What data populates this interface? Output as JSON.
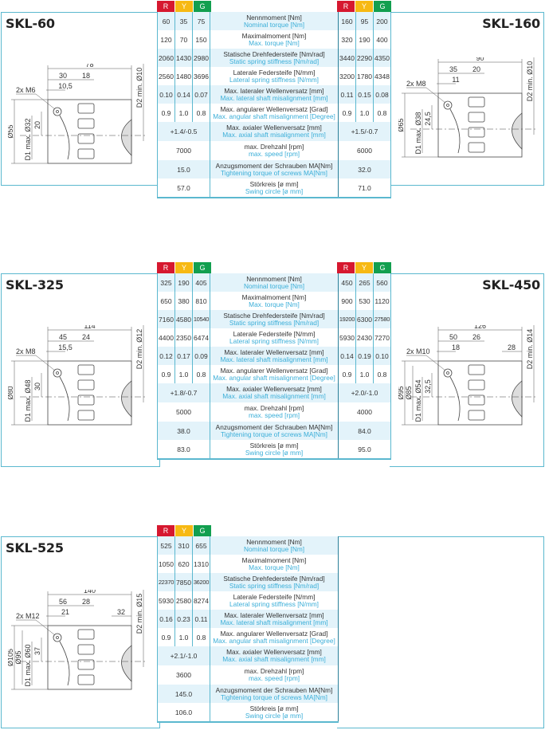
{
  "ryg_labels": [
    "R",
    "Y",
    "G"
  ],
  "colors": {
    "R": "#d6182f",
    "Y": "#f7b913",
    "G": "#129f4f",
    "border": "#5bb8cf",
    "english_text": "#3aaed8",
    "band": "#e3f3fa"
  },
  "row_labels": [
    {
      "de": "Nennmoment [Nm]",
      "en": "Nominal torque [Nm]"
    },
    {
      "de": "Maximalmoment [Nm]",
      "en": "Max. torque [Nm]"
    },
    {
      "de": "Statische Drehfedersteife [Nm/rad]",
      "en": "Static spring stiffness [Nm/rad]"
    },
    {
      "de": "Laterale Federsteife [N/mm]",
      "en": "Lateral spring stiffness [N/mm]"
    },
    {
      "de": "Max. lateraler Wellenversatz [mm]",
      "en": "Max. lateral shaft misalignment [mm]"
    },
    {
      "de": "Max. angularer Wellenversatz [Grad]",
      "en": "Max. angular shaft misalignment [Degree]"
    },
    {
      "de": "Max. axialer Wellenversatz [mm]",
      "en": "Max. axial shaft misalignment [mm]"
    },
    {
      "de": "max. Drehzahl [rpm]",
      "en": "max. speed [rpm]"
    },
    {
      "de": "Anzugsmoment der Schrauben MA[Nm]",
      "en": "Tightening torque of screws MA[Nm]"
    },
    {
      "de": "Störkreis [ø mm]",
      "en": "Swing circle [ø mm]"
    }
  ],
  "models": [
    {
      "name": "SKL-60",
      "ryg_rows": [
        [
          "60",
          "35",
          "75"
        ],
        [
          "120",
          "70",
          "150"
        ],
        [
          "2060",
          "1430",
          "2980"
        ],
        [
          "2560",
          "1480",
          "3696"
        ],
        [
          "0.10",
          "0.14",
          "0.07"
        ],
        [
          "0.9",
          "1.0",
          "0.8"
        ]
      ],
      "axial": "+1.4/-0.5",
      "speed": "7000",
      "torque_screws": "15.0",
      "swing": "57.0",
      "dims": {
        "overall": "78",
        "a": "30",
        "b": "18",
        "c": "10,5",
        "screw": "2x M6",
        "outer_d": "Ø55",
        "d1": "D1 max. Ø32",
        "h": "20",
        "d2": "D2 min. Ø10"
      }
    },
    {
      "name": "SKL-160",
      "ryg_rows": [
        [
          "160",
          "95",
          "200"
        ],
        [
          "320",
          "190",
          "400"
        ],
        [
          "3440",
          "2290",
          "4350"
        ],
        [
          "3200",
          "1780",
          "4348"
        ],
        [
          "0.11",
          "0.15",
          "0.08"
        ],
        [
          "0.9",
          "1.0",
          "0.8"
        ]
      ],
      "axial": "+1.5/-0.7",
      "speed": "6000",
      "torque_screws": "32.0",
      "swing": "71.0",
      "dims": {
        "overall": "90",
        "a": "35",
        "b": "20",
        "c": "11",
        "screw": "2x M8",
        "outer_d": "Ø65",
        "d1": "D1 max. Ø38",
        "h": "24,5",
        "d2": "D2 min. Ø10"
      }
    },
    {
      "name": "SKL-325",
      "ryg_rows": [
        [
          "325",
          "190",
          "405"
        ],
        [
          "650",
          "380",
          "810"
        ],
        [
          "7160",
          "4580",
          "10540"
        ],
        [
          "4400",
          "2350",
          "6474"
        ],
        [
          "0.12",
          "0.17",
          "0.09"
        ],
        [
          "0.9",
          "1.0",
          "0.8"
        ]
      ],
      "axial": "+1.8/-0.7",
      "speed": "5000",
      "torque_screws": "38.0",
      "swing": "83.0",
      "dims": {
        "overall": "114",
        "a": "45",
        "b": "24",
        "c": "15,5",
        "screw": "2x M8",
        "outer_d": "Ø80",
        "d1": "D1 max. Ø48",
        "h": "30",
        "d2": "D2 min. Ø12"
      }
    },
    {
      "name": "SKL-450",
      "ryg_rows": [
        [
          "450",
          "265",
          "560"
        ],
        [
          "900",
          "530",
          "1120"
        ],
        [
          "19200",
          "6300",
          "27580"
        ],
        [
          "5930",
          "2430",
          "7270"
        ],
        [
          "0.14",
          "0.19",
          "0.10"
        ],
        [
          "0.9",
          "1.0",
          "0.8"
        ]
      ],
      "axial": "+2.0/-1.0",
      "speed": "4000",
      "torque_screws": "84.0",
      "swing": "95.0",
      "dims": {
        "overall": "126",
        "a": "50",
        "b": "26",
        "c": "18",
        "e": "28",
        "screw": "2x M10",
        "outer_d": "Ø95",
        "outer_d2": "Ø85",
        "d1": "D1 max. Ø54",
        "h": "32,5",
        "d2": "D2 min. Ø14"
      }
    },
    {
      "name": "SKL-525",
      "ryg_rows": [
        [
          "525",
          "310",
          "655"
        ],
        [
          "1050",
          "620",
          "1310"
        ],
        [
          "22370",
          "7850",
          "36200"
        ],
        [
          "5930",
          "2580",
          "8274"
        ],
        [
          "0.16",
          "0.23",
          "0.11"
        ],
        [
          "0.9",
          "1.0",
          "0.8"
        ]
      ],
      "axial": "+2.1/-1.0",
      "speed": "3600",
      "torque_screws": "145.0",
      "swing": "106.0",
      "dims": {
        "overall": "140",
        "a": "56",
        "b": "28",
        "c": "21",
        "e": "32",
        "screw": "2x M12",
        "outer_d": "Ø105",
        "outer_d2": "Ø95",
        "d1": "D1 max. Ø60",
        "h": "37",
        "d2": "D2 min. Ø15"
      }
    }
  ]
}
